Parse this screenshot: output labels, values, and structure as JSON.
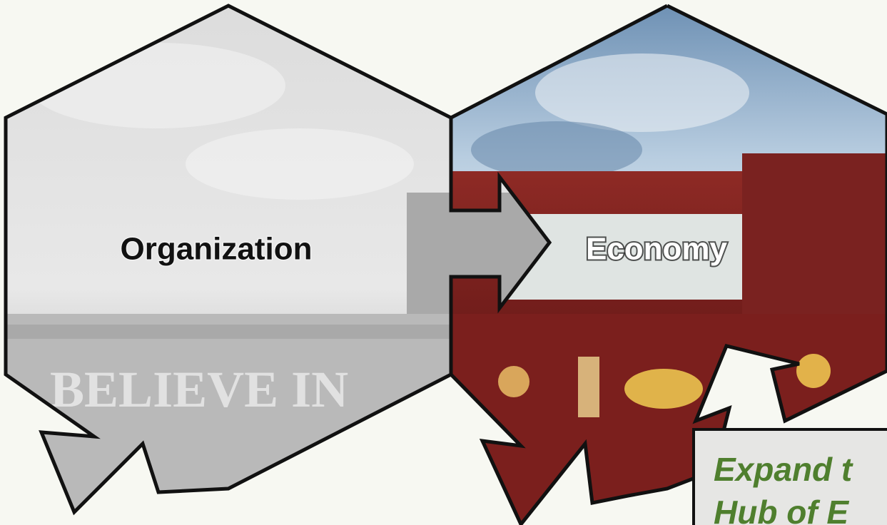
{
  "hexagons": [
    {
      "label": "Organization",
      "style": "grayscale"
    },
    {
      "label": "Economy",
      "style": "color"
    }
  ],
  "callout": {
    "line1": "Expand t",
    "line2": "Hub of E"
  },
  "colors": {
    "background": "#f7f8f2",
    "outline": "#111111",
    "callout_text": "#4f7f2e",
    "callout_bg": "#e6e6e4"
  }
}
